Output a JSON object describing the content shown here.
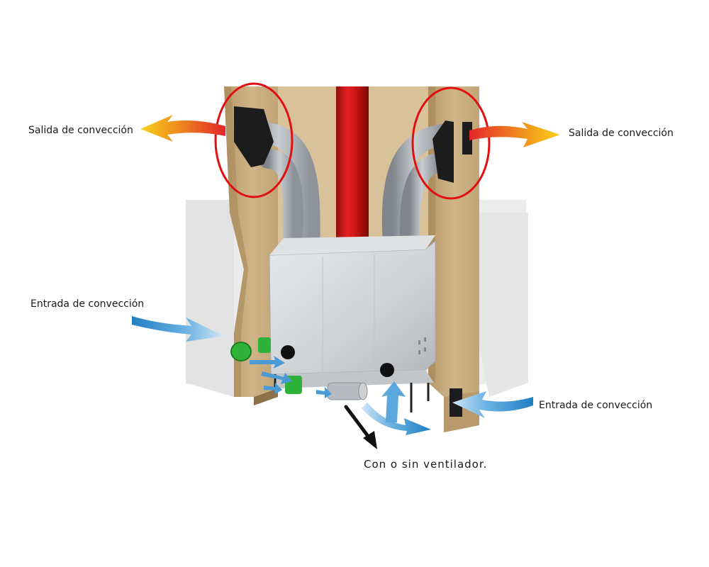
{
  "labels": {
    "convection_outlet_left": "Salida de convección",
    "convection_outlet_right": "Salida de convección",
    "convection_inlet_left": "Entrada de convección",
    "convection_inlet_right": "Entrada de convección",
    "fan_note": "Con o sin ventilador."
  },
  "colors": {
    "wall_wood": "#c9ad7f",
    "wall_wood_dark": "#a88a5c",
    "flue_red": "#c91414",
    "duct_metal": "#9ea3a8",
    "firebox_steel": "#d5d7da",
    "highlight_circle": "#e01010",
    "hot_air_arrow_start": "#f7d21a",
    "hot_air_arrow_end": "#e3262b",
    "cold_air_arrow_start": "#cfe6f6",
    "cold_air_arrow_end": "#1f7fc4",
    "inlet_grille_green": "#2fb23a",
    "fan_pointer": "#111111"
  },
  "icons": [
    "hot-air-arrow",
    "cold-air-arrow",
    "highlight-circle",
    "fan-pointer-arrow"
  ]
}
